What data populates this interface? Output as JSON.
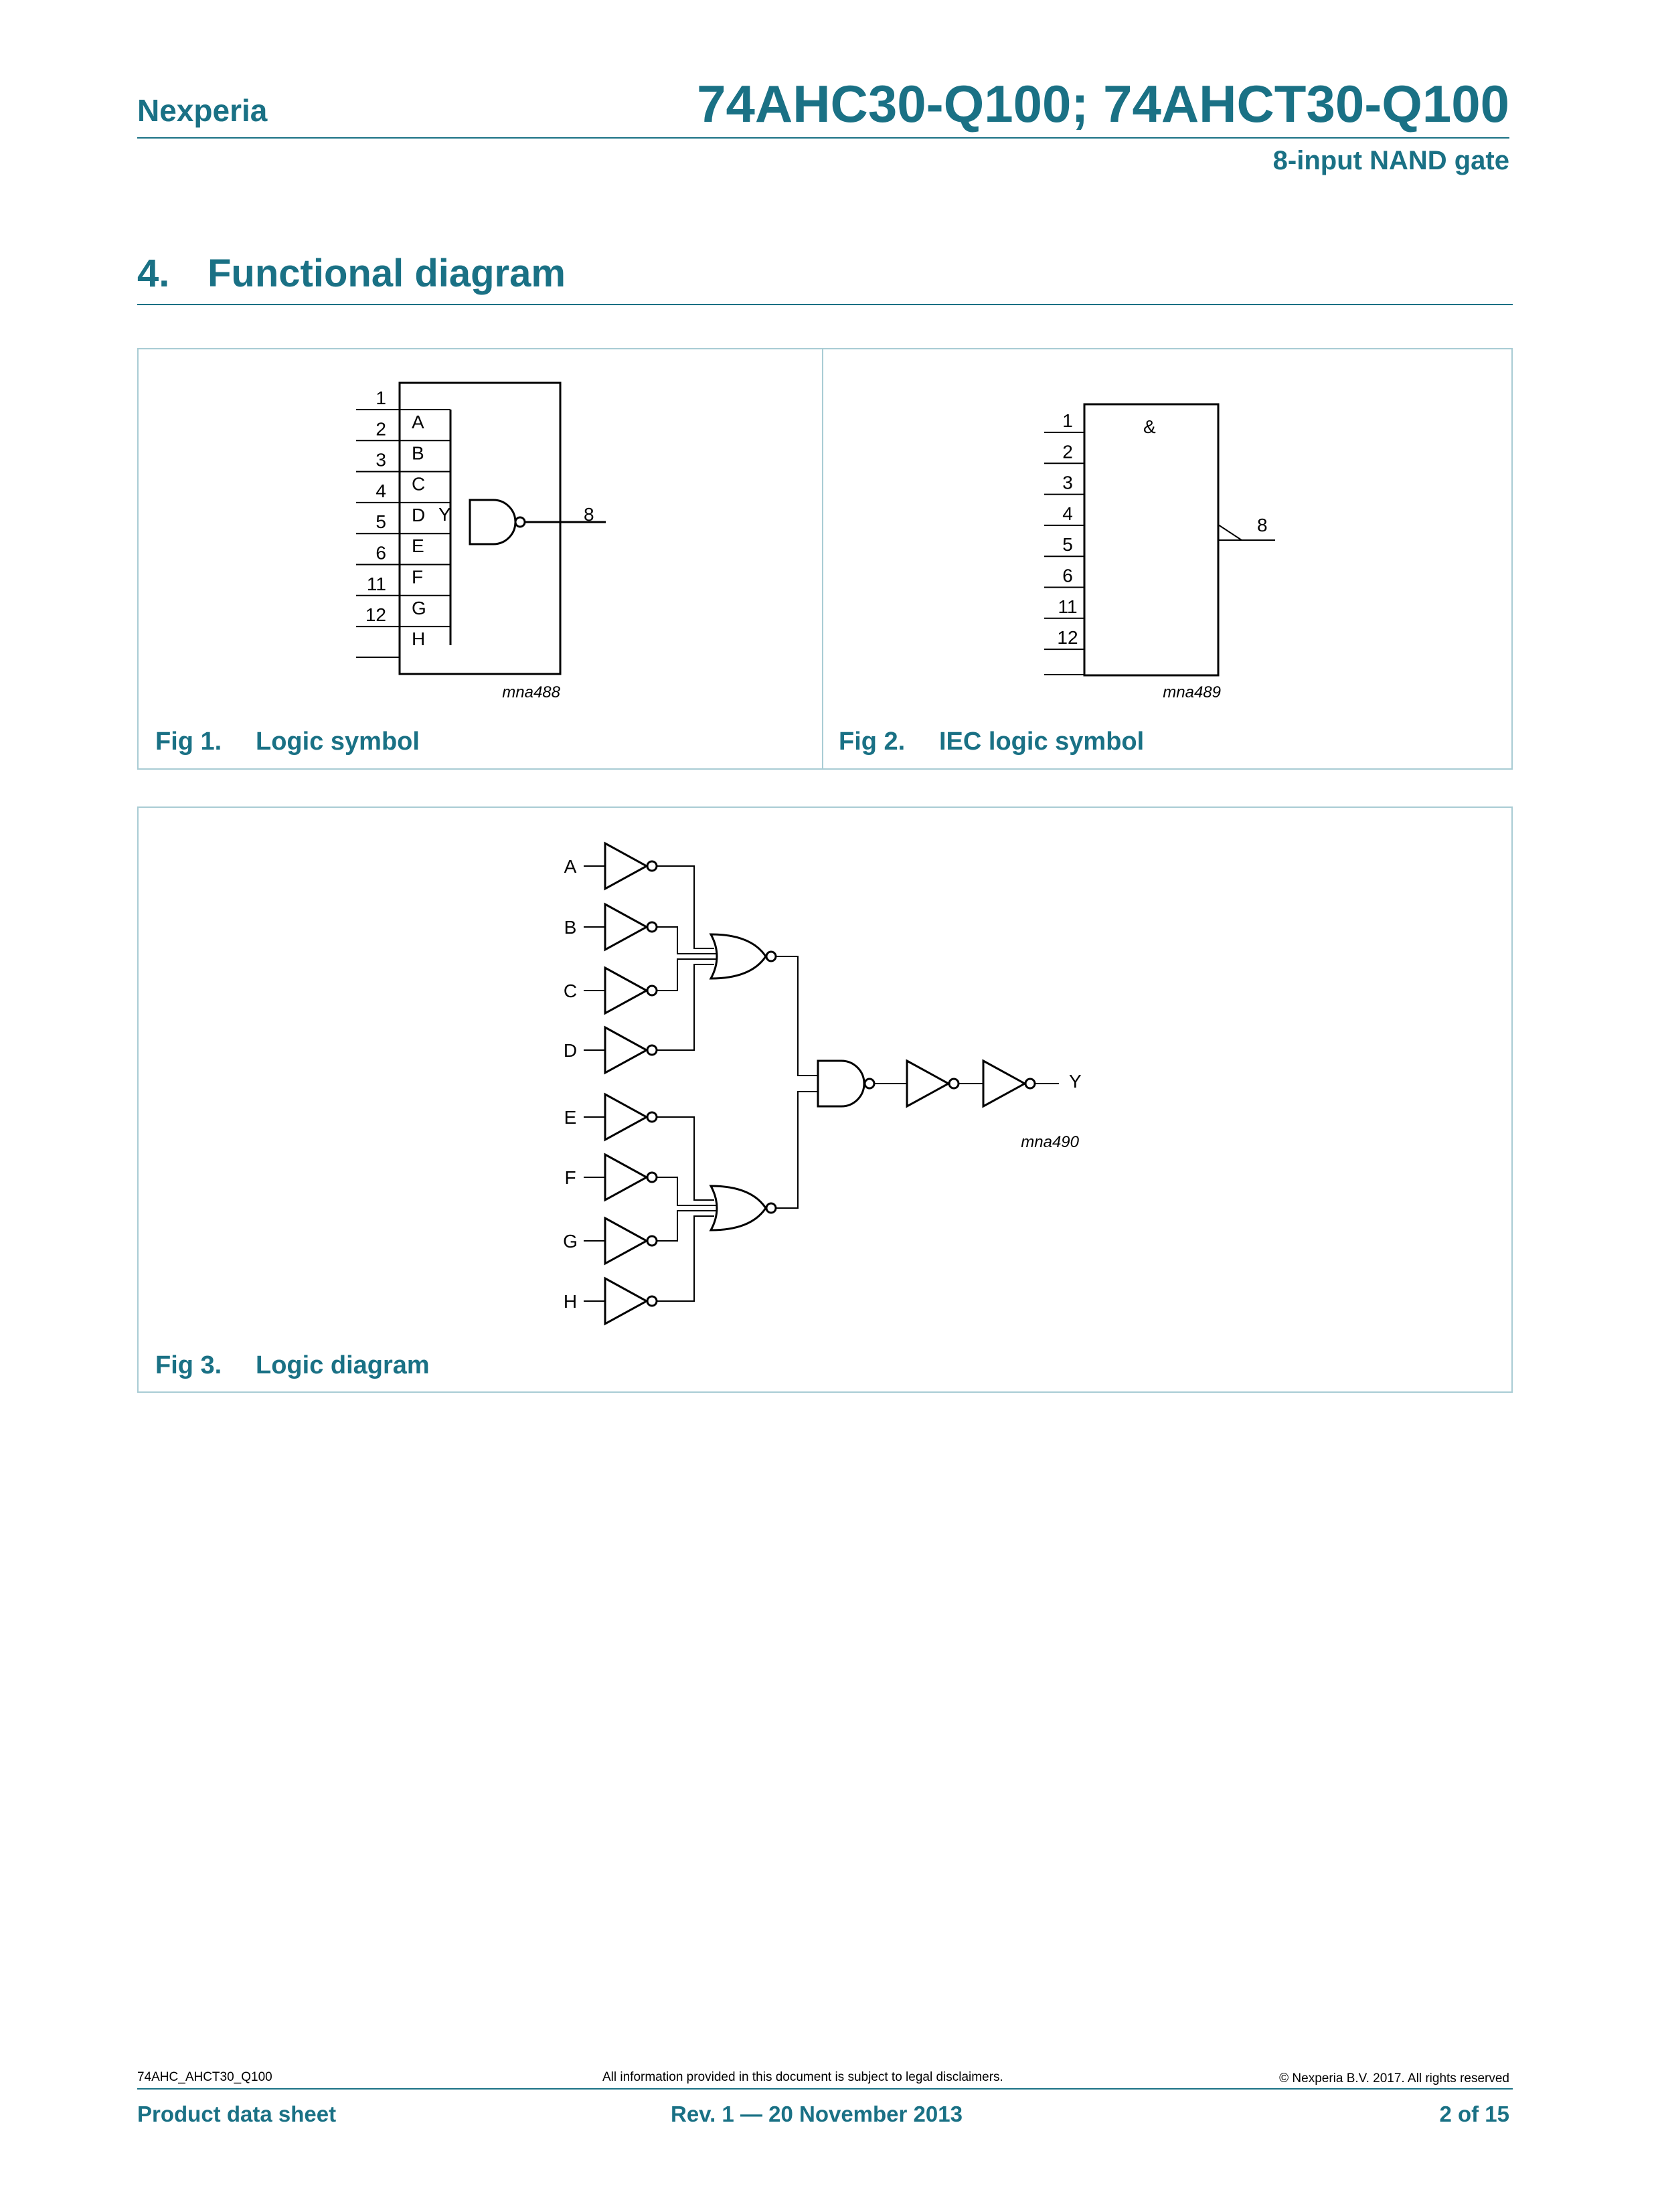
{
  "header": {
    "brand": "Nexperia",
    "title": "74AHC30-Q100; 74AHCT30-Q100",
    "subtitle": "8-input NAND gate"
  },
  "section": {
    "number": "4.",
    "title": "Functional diagram"
  },
  "fig1": {
    "caption_num": "Fig 1.",
    "caption_text": "Logic symbol",
    "code": "mna488",
    "pins": [
      "1",
      "2",
      "3",
      "4",
      "5",
      "6",
      "11",
      "12"
    ],
    "inputs": [
      "A",
      "B",
      "C",
      "D",
      "E",
      "F",
      "G",
      "H"
    ],
    "output_label": "Y",
    "output_pin": "8"
  },
  "fig2": {
    "caption_num": "Fig 2.",
    "caption_text": "IEC logic symbol",
    "code": "mna489",
    "symbol": "&",
    "pins": [
      "1",
      "2",
      "3",
      "4",
      "5",
      "6",
      "11",
      "12"
    ],
    "output_pin": "8"
  },
  "fig3": {
    "caption_num": "Fig 3.",
    "caption_text": "Logic diagram",
    "code": "mna490",
    "inputs": [
      "A",
      "B",
      "C",
      "D",
      "E",
      "F",
      "G",
      "H"
    ],
    "output": "Y"
  },
  "footer": {
    "doc_id": "74AHC_AHCT30_Q100",
    "disclaimer": "All information provided in this document is subject to legal disclaimers.",
    "copyright": "© Nexperia B.V. 2017. All rights reserved",
    "doc_type": "Product data sheet",
    "revision": "Rev. 1 — 20 November 2013",
    "page": "2 of 15"
  }
}
